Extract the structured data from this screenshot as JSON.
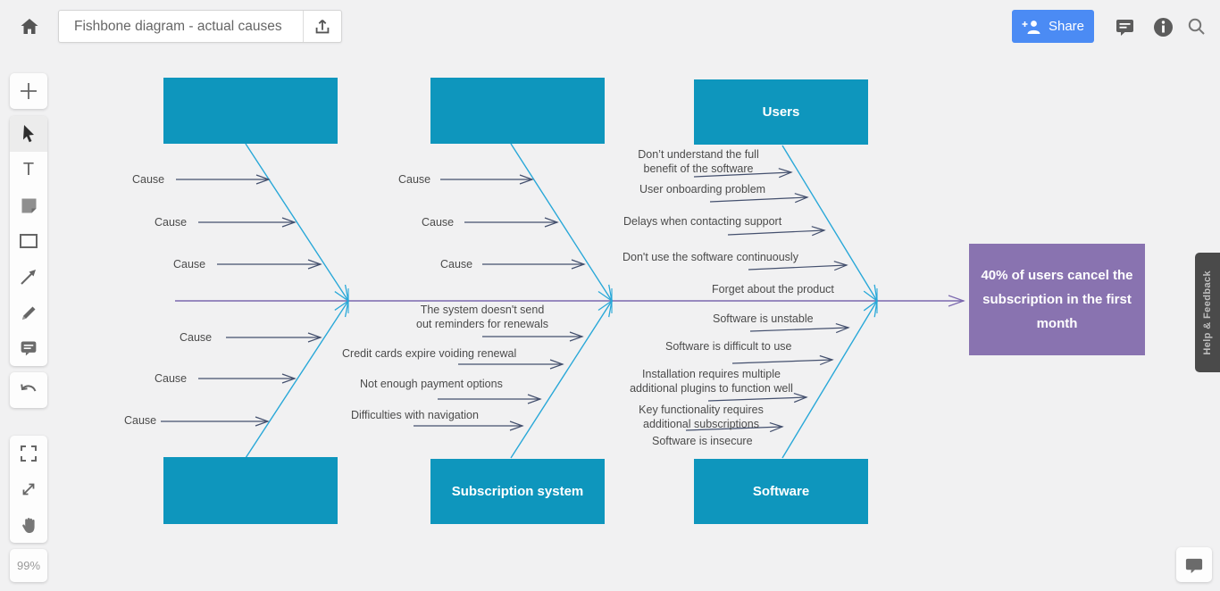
{
  "header": {
    "doc_title": "Fishbone diagram - actual causes",
    "share_label": "Share"
  },
  "left_toolbar": {
    "zoom_level": "99%",
    "text_tool_glyph": "T"
  },
  "right_tab": {
    "label": "Help & Feedback"
  },
  "diagram": {
    "category_boxes": {
      "top": [
        "",
        "",
        "Users"
      ],
      "bottom": [
        "",
        "Subscription system",
        "Software"
      ]
    },
    "effect": "40% of users cancel the subscription in the first month",
    "s1_top": [
      "Cause",
      "Cause",
      "Cause"
    ],
    "s1_bottom": [
      "Cause",
      "Cause",
      "Cause"
    ],
    "s2_top": [
      "Cause",
      "Cause",
      "Cause"
    ],
    "s2_bottom": [
      "The system doesn't send\nout reminders for renewals",
      "Credit cards expire voiding renewal",
      "Not enough payment options",
      "Difficulties with navigation"
    ],
    "s3_top": [
      "Don’t understand the full\nbenefit of the software",
      "User onboarding problem",
      "Delays when contacting support",
      "Don't use the software continuously",
      "Forget about the product"
    ],
    "s3_bottom": [
      "Software is unstable",
      "Software is difficult to use",
      "Installation requires multiple\nadditional plugins to function well",
      "Key functionality requires\nadditional subscriptions",
      "Software is insecure"
    ]
  },
  "colors": {
    "category_fill": "#0e96bd",
    "effect_fill": "#8973b0",
    "spine": "#7b68ae",
    "branch": "#29a8d8",
    "cause_arrow": "#44506e",
    "share_button": "#4b8bf4",
    "canvas_bg": "#f1f1f2"
  },
  "icons": {
    "header": [
      "home-icon",
      "export-icon",
      "share-person-plus-icon",
      "comments-icon",
      "info-icon",
      "search-icon"
    ],
    "toolbar": [
      "plus-icon",
      "cursor-icon",
      "text-icon",
      "sticky-note-icon",
      "shape-icon",
      "arrow-icon",
      "pencil-icon",
      "comment-icon",
      "undo-icon",
      "fullscreen-icon",
      "resize-icon",
      "pan-hand-icon"
    ],
    "misc": [
      "chat-icon"
    ]
  }
}
